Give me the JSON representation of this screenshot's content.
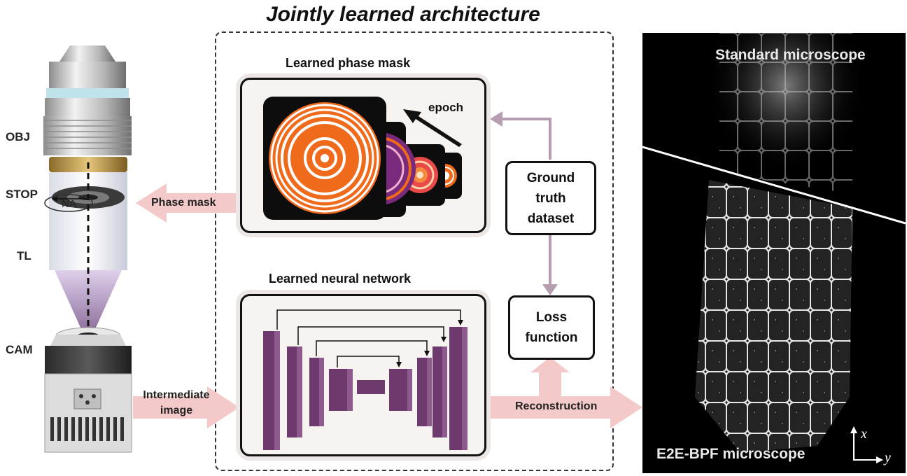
{
  "title": "Jointly learned architecture",
  "microscope_labels": {
    "obj": "OBJ",
    "stop": "STOP",
    "na": "NA",
    "tl": "TL",
    "cam": "CAM"
  },
  "arrows": {
    "phase_mask": "Phase mask",
    "intermediate_image": [
      "Intermediate",
      "image"
    ],
    "reconstruction": "Reconstruction"
  },
  "phase_mask_panel": {
    "label": "Learned phase mask",
    "epoch": "epoch"
  },
  "network_panel": {
    "label": "Learned neural network"
  },
  "ground_truth_box": [
    "Ground",
    "truth",
    "dataset"
  ],
  "loss_box": [
    "Loss",
    "function"
  ],
  "result": {
    "top_label": "Standard microscope",
    "bottom_label": "E2E-BPF microscope",
    "axis_x": "x",
    "axis_y": "y"
  },
  "colors": {
    "arrow_pink": "#f4c9c9",
    "connector_mauve": "#b79db0",
    "unet_purple": "#6e3a6e",
    "mask_orange": "#f06a1c"
  }
}
